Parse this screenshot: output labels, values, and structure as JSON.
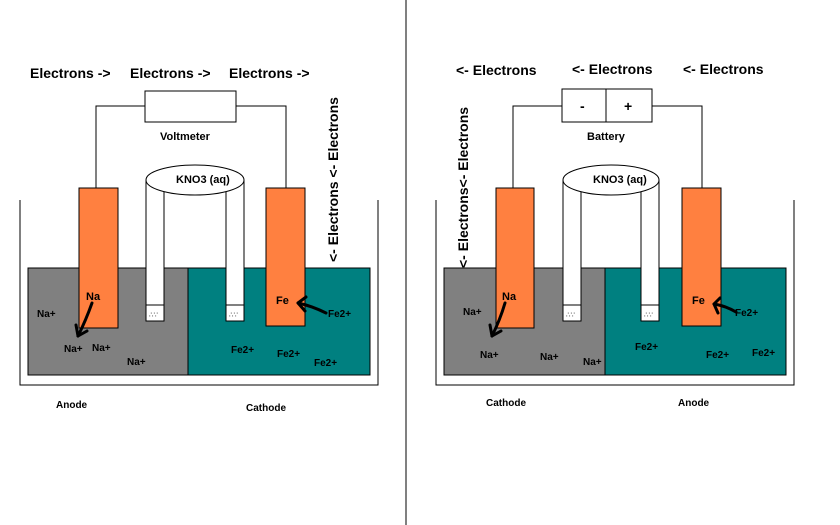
{
  "galvanic": {
    "electron_flow": [
      "Electrons ->",
      "Electrons ->",
      "Electrons ->"
    ],
    "side_flow": "<- Electrons <- Electrons",
    "meter_label": "Voltmeter",
    "bridge_label": "KNO3 (aq)",
    "left_electrode": "Na",
    "right_electrode": "Fe",
    "left_ions": [
      "Na+",
      "Na+",
      "Na+"
    ],
    "right_ions": [
      "Fe2+",
      "Fe2+",
      "Fe2+",
      "Fe2+"
    ],
    "left_role": "Anode",
    "right_role": "Cathode"
  },
  "electrolytic": {
    "electron_flow": [
      "<- Electrons",
      "<- Electrons",
      "<- Electrons"
    ],
    "side_flow": "<- Electrons<- Electrons",
    "battery_label": "Battery",
    "battery_minus": "-",
    "battery_plus": "+",
    "bridge_label": "KNO3 (aq)",
    "left_electrode": "Na",
    "right_electrode": "Fe",
    "left_ions": [
      "Na+",
      "Na+",
      "Na+"
    ],
    "right_ions": [
      "Fe2+",
      "Fe2+",
      "Fe2+",
      "Fe2+"
    ],
    "left_role": "Cathode",
    "right_role": "Anode"
  },
  "colors": {
    "left_solution": "#808080",
    "right_solution": "#008080",
    "electrode": "#ff8040",
    "outline": "#000000",
    "background": "#ffffff"
  }
}
